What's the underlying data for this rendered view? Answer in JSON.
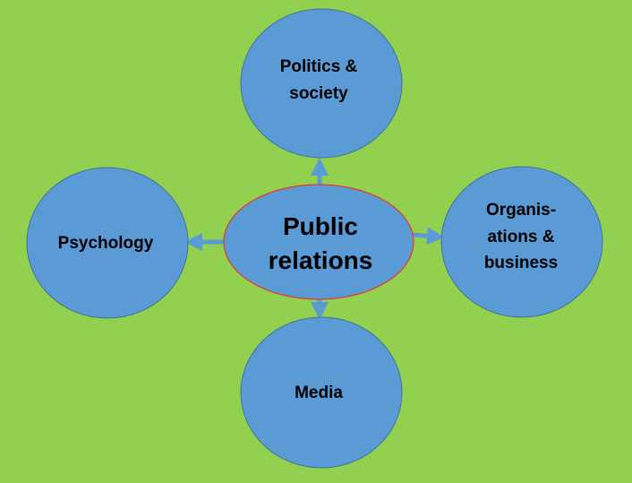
{
  "center": {
    "line1": "Public",
    "line2": "relations"
  },
  "nodes": {
    "top": {
      "line1": "Politics &",
      "line2": "society"
    },
    "left": {
      "label": "Psychology"
    },
    "right": {
      "line1": "Organis-",
      "line2": "ations &",
      "line3": "business"
    },
    "bottom": {
      "label": "Media"
    }
  },
  "colors": {
    "background": "#92D050",
    "fill": "#5B9BD5",
    "stroke": "#41719C",
    "center_stroke": "#E8362B"
  }
}
